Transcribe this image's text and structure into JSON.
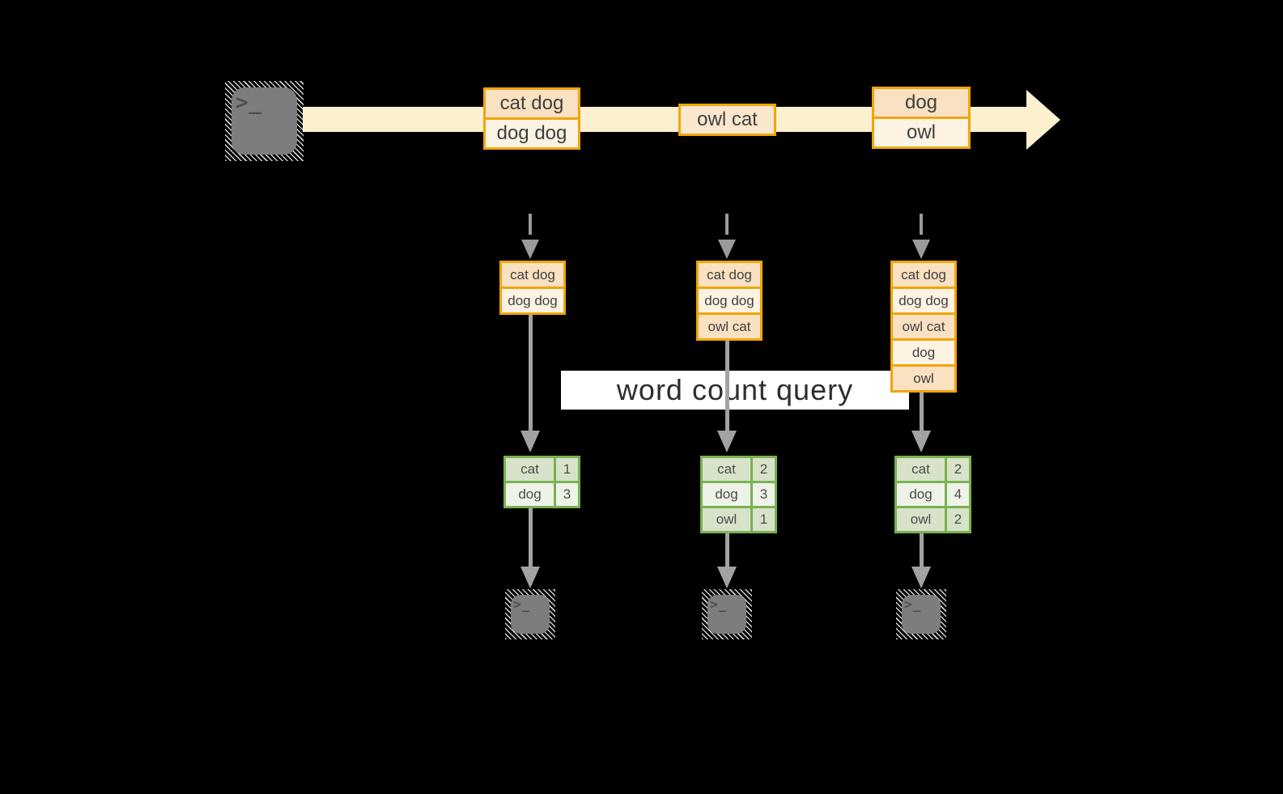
{
  "banner": {
    "label": "word count query"
  },
  "terminal": {
    "glyph": ">_"
  },
  "stream_events": [
    {
      "lines": [
        "cat dog",
        "dog dog"
      ]
    },
    {
      "lines": [
        "owl cat"
      ]
    },
    {
      "lines": [
        "dog",
        "owl"
      ]
    }
  ],
  "columns": [
    {
      "state": [
        "cat dog",
        "dog dog"
      ],
      "counts": [
        {
          "word": "cat",
          "n": "1"
        },
        {
          "word": "dog",
          "n": "3"
        }
      ]
    },
    {
      "state": [
        "cat dog",
        "dog dog",
        "owl cat"
      ],
      "counts": [
        {
          "word": "cat",
          "n": "2"
        },
        {
          "word": "dog",
          "n": "3"
        },
        {
          "word": "owl",
          "n": "1"
        }
      ]
    },
    {
      "state": [
        "cat dog",
        "dog dog",
        "owl cat",
        "dog",
        "owl"
      ],
      "counts": [
        {
          "word": "cat",
          "n": "2"
        },
        {
          "word": "dog",
          "n": "4"
        },
        {
          "word": "owl",
          "n": "2"
        }
      ]
    }
  ],
  "colors": {
    "background": "#000000",
    "stream_fill": "#fbf1cf",
    "orange_border": "#f0a50a",
    "peach_fill": "#f9e1c1",
    "cream_fill": "#fdf3e3",
    "green_border": "#79b153",
    "green_dark_fill": "#d7e3c9",
    "green_light_fill": "#eef3e8",
    "arrow_gray": "#a2a2a2",
    "banner_bg": "#ffffff"
  }
}
